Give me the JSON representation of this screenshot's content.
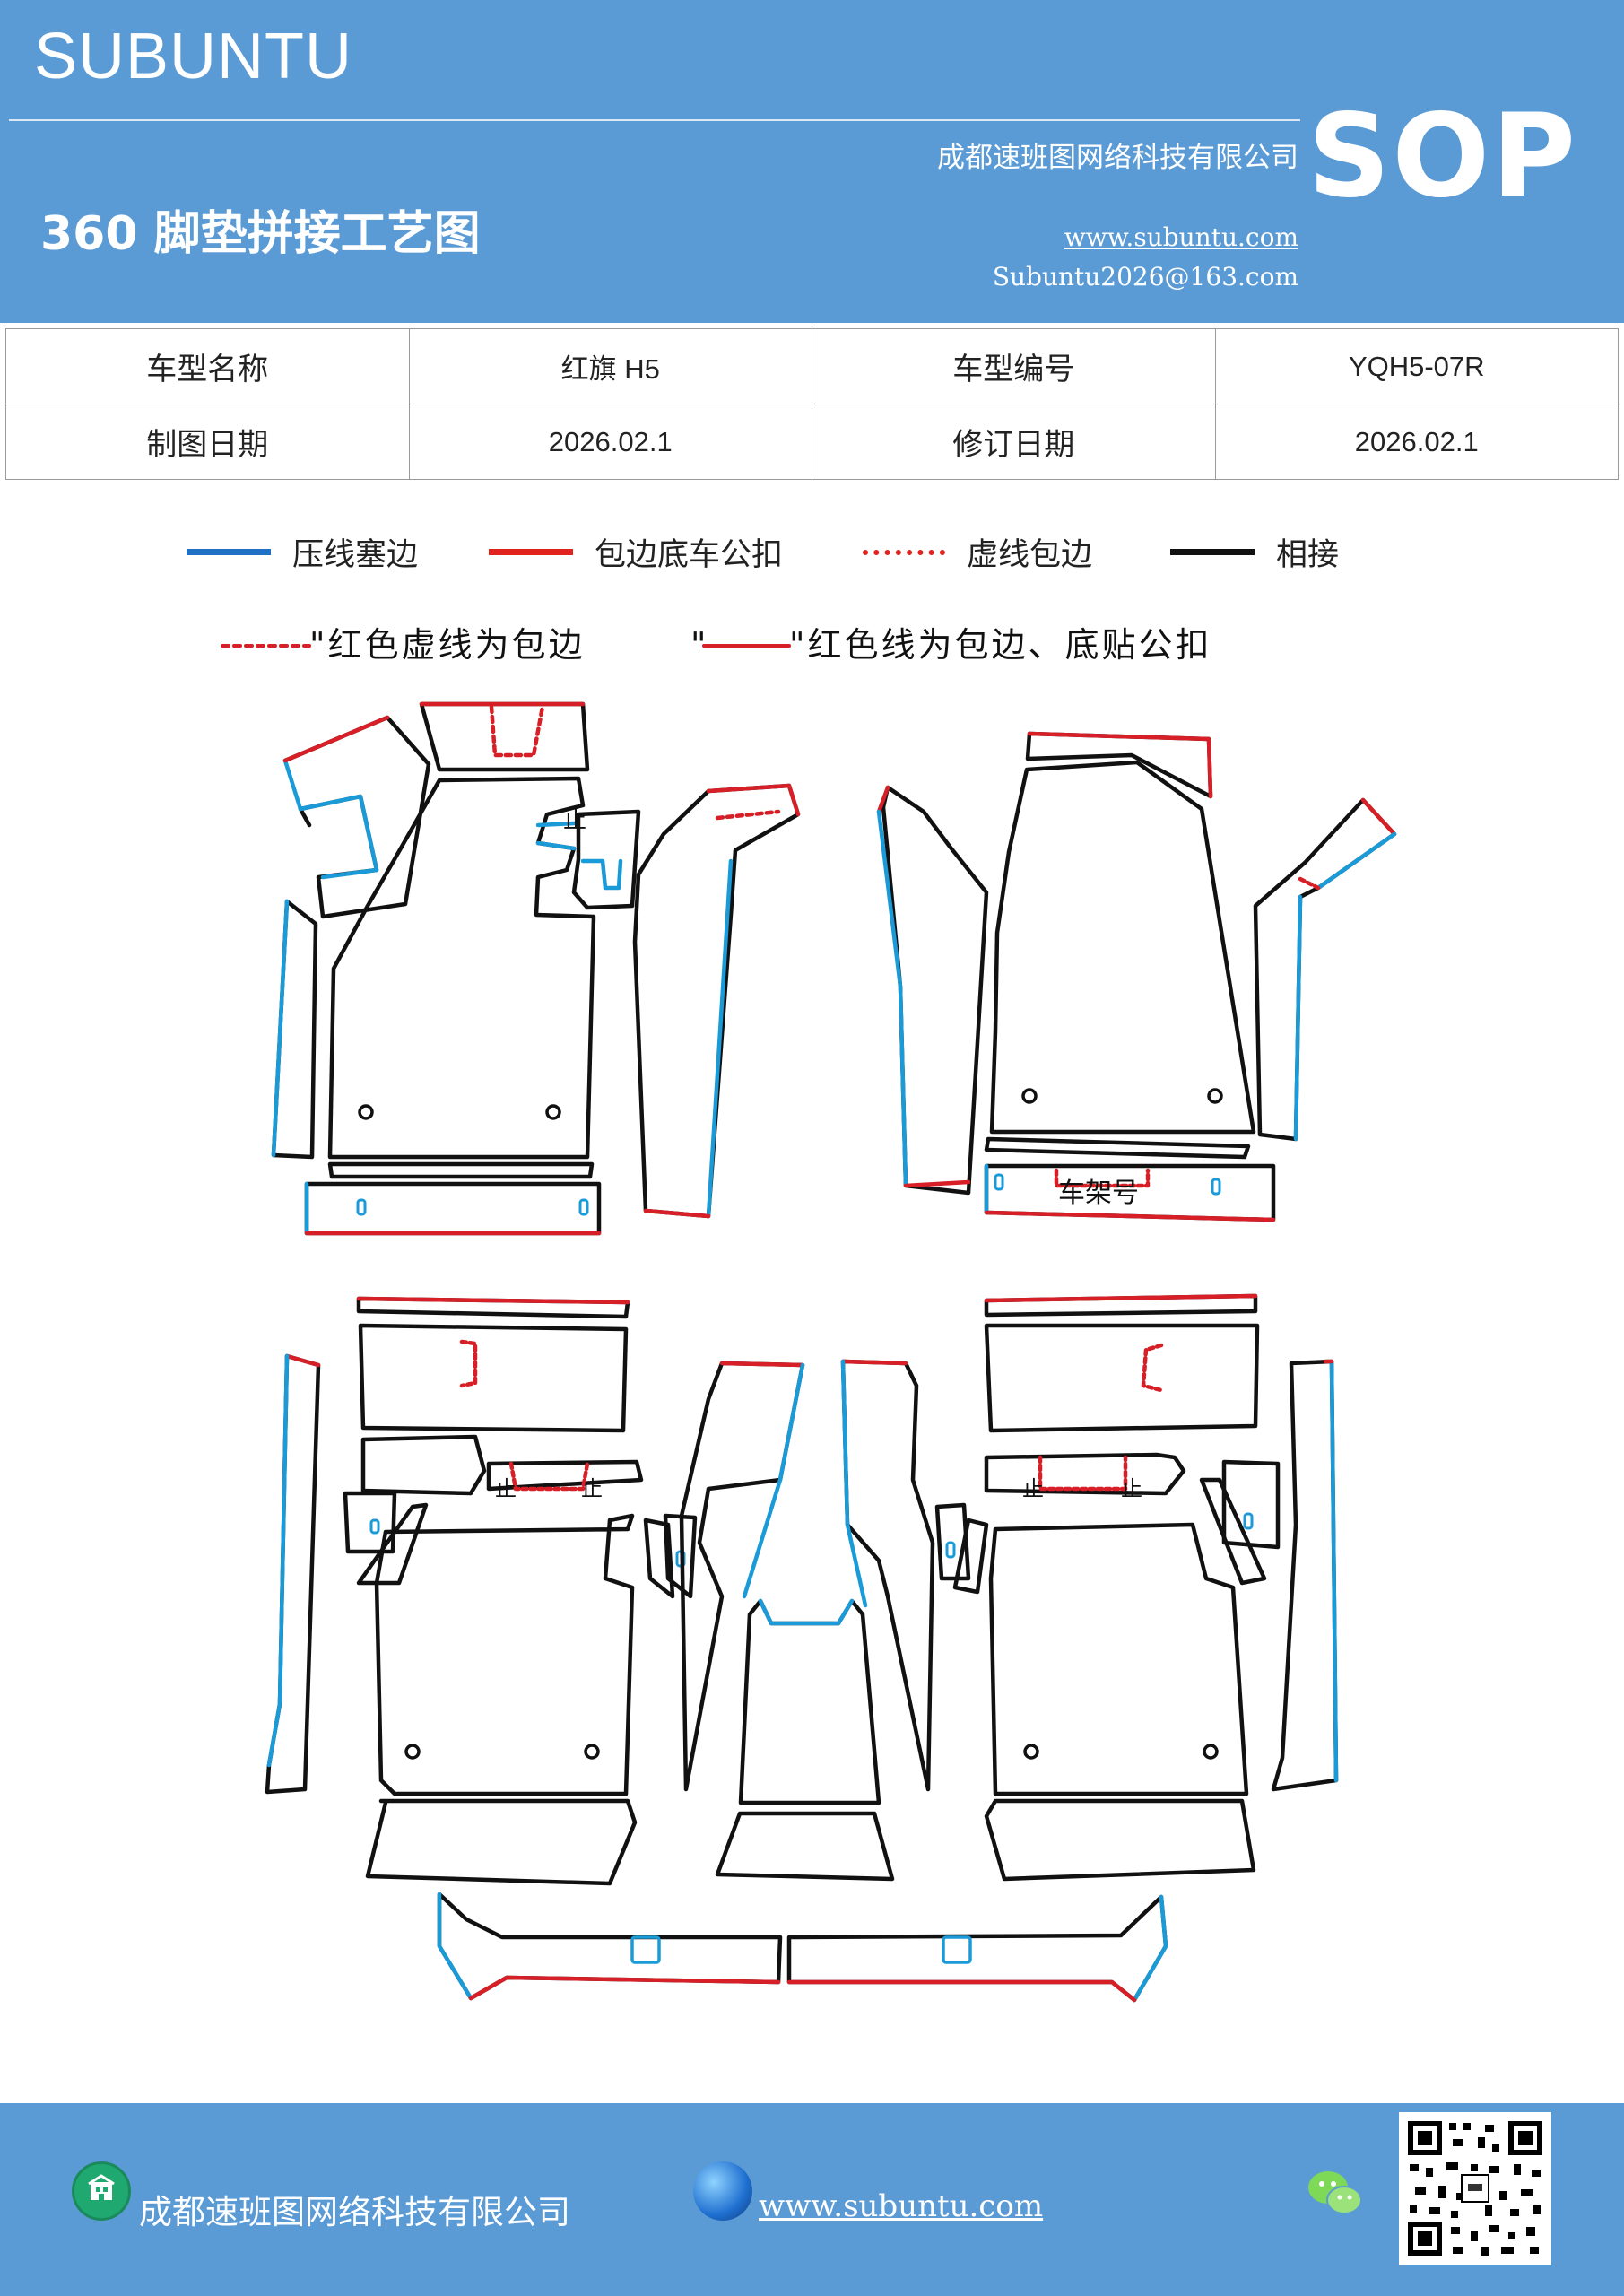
{
  "header": {
    "brand": "SUBUNTU",
    "company": "成都速班图网络科技有限公司",
    "title": "360 脚垫拼接工艺图",
    "website": "www.subuntu.com",
    "email": "Subuntu2026@163.com",
    "badge": "SOP"
  },
  "info": {
    "model_name_label": "车型名称",
    "model_name_value": "红旗 H5",
    "model_code_label": "车型编号",
    "model_code_value": "YQH5-07R",
    "draw_date_label": "制图日期",
    "draw_date_value": "2026.02.1",
    "revise_date_label": "修订日期",
    "revise_date_value": "2026.02.1"
  },
  "legend": {
    "items": [
      {
        "label": "压线塞边",
        "color": "#1f6fc4",
        "style": "solid"
      },
      {
        "label": "包边底车公扣",
        "color": "#e0231c",
        "style": "solid"
      },
      {
        "label": "虚线包边",
        "color": "#e0231c",
        "style": "dotted"
      },
      {
        "label": "相接",
        "color": "#111111",
        "style": "solid"
      }
    ]
  },
  "diagram": {
    "note_dashed": "\"红色虚线为包边",
    "note_solid_open": "\"",
    "note_solid": "\"红色线为包边、底贴公扣",
    "vin_label": "车架号",
    "stop_mark": "止",
    "colors": {
      "blue": "#1a9bd7",
      "red": "#d61f26",
      "black": "#111111"
    }
  },
  "footer": {
    "company": "成都速班图网络科技有限公司",
    "website": "www.subuntu.com",
    "icons": [
      "building-icon",
      "globe-icon",
      "wechat-icon",
      "qr-code"
    ]
  }
}
